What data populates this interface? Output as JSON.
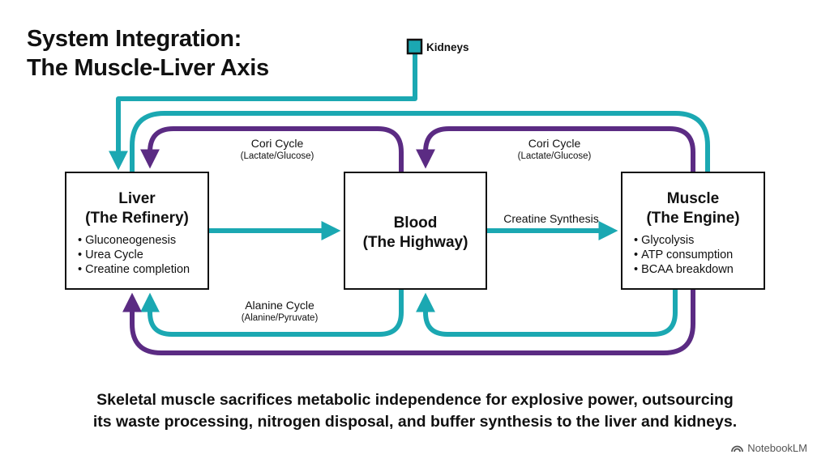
{
  "title": {
    "line1": "System Integration:",
    "line2": "The Muscle-Liver Axis"
  },
  "nodes": {
    "liver": {
      "title_line1": "Liver",
      "title_line2": "(The Refinery)",
      "items": [
        "Gluconeogenesis",
        "Urea Cycle",
        "Creatine completion"
      ]
    },
    "blood": {
      "title_line1": "Blood",
      "title_line2": "(The Highway)"
    },
    "muscle": {
      "title_line1": "Muscle",
      "title_line2": "(The Engine)",
      "items": [
        "Glycolysis",
        "ATP consumption",
        "BCAA breakdown"
      ]
    },
    "kidneys": {
      "label": "Kidneys"
    }
  },
  "edges": {
    "cori_left": {
      "label": "Cori Cycle",
      "sub": "(Lactate/Glucose)"
    },
    "cori_right": {
      "label": "Cori Cycle",
      "sub": "(Lactate/Glucose)"
    },
    "alanine": {
      "label": "Alanine Cycle",
      "sub": "(Alanine/Pyruvate)"
    },
    "creatine": {
      "label": "Creatine Synthesis"
    }
  },
  "conclusion": {
    "line1": "Skeletal muscle sacrifices metabolic independence for explosive power, outsourcing",
    "line2": "its waste processing, nitrogen disposal, and buffer synthesis to the liver and kidneys."
  },
  "brand": {
    "label": "NotebookLM"
  },
  "colors": {
    "teal": "#1ba8b2",
    "purple": "#5b2b83",
    "border": "#111111"
  }
}
